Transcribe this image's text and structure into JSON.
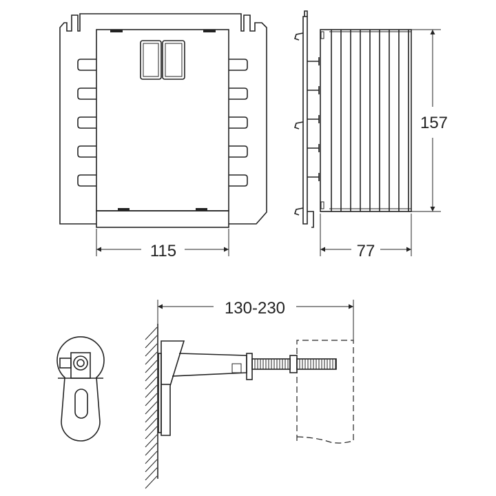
{
  "dimensions": {
    "front_width": "115",
    "side_depth": "77",
    "side_height": "157",
    "bracket_range": "130-230"
  },
  "colors": {
    "line": "#222222",
    "background": "#ffffff"
  }
}
